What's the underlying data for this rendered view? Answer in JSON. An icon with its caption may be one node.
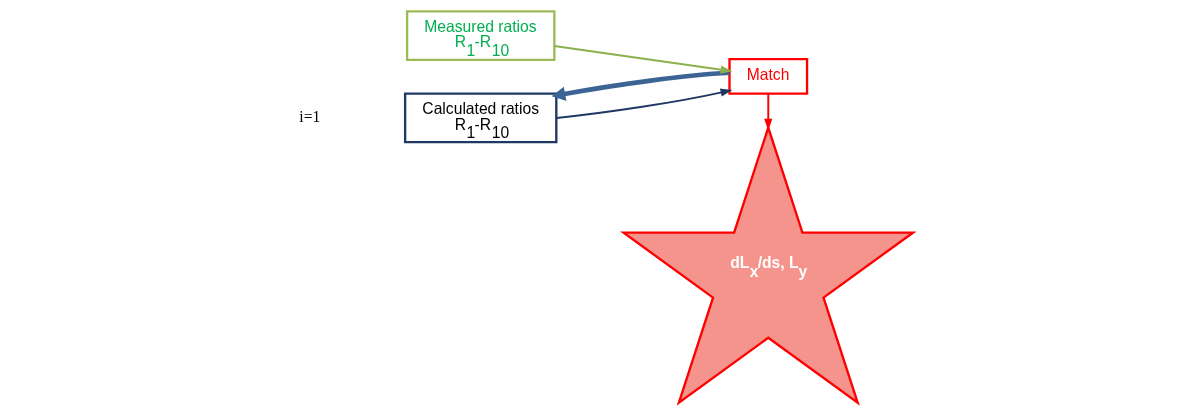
{
  "diagram": {
    "nodes": [
      {
        "text": [
          "Calculated ratios",
          "R$_{1}$-R$_{10}$"
        ]
      },
      {
        "text": [
          "Match"
        ]
      },
      {
        "text": [
          "Measured ratios",
          "R$_{1}$-R$_{10}$"
        ]
      },
      {
        "text": [
          "dL$_{x}$/ds, L$_{y}$"
        ]
      }
    ],
    "edges": [
      {
        "from": 1,
        "to": 0,
        "arrow": "to",
        "style": "thick",
        "color": "#3b6494"
      },
      {
        "from": 0,
        "to": 1,
        "arrow": "to",
        "color": "#1f3864"
      },
      {
        "from": 2,
        "to": 1,
        "arrow": "to",
        "color": "#8db04f"
      },
      {
        "from": 1,
        "to": 3,
        "arrow": "to",
        "color": "#ff0000"
      }
    ],
    "labels": [
      "i=1"
    ]
  }
}
